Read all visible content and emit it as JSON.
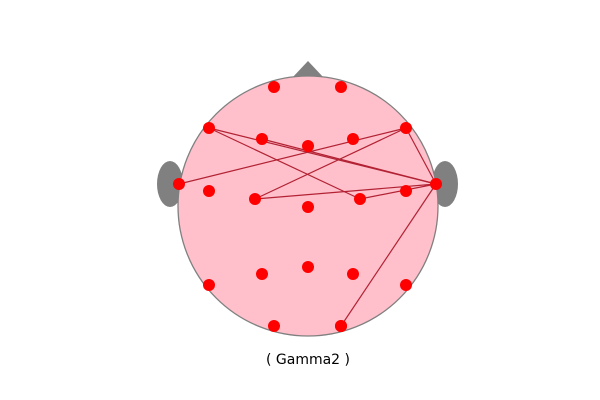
{
  "caption": "( Gamma2 )",
  "colors": {
    "head_fill": "#ffc0cb",
    "head_stroke": "#808080",
    "ear_nose_fill": "#808080",
    "electrode": "#ff0000",
    "connection": "#b22234"
  },
  "electrodes": [
    {
      "id": "e01"
    },
    {
      "id": "e02"
    },
    {
      "id": "e03"
    },
    {
      "id": "e04"
    },
    {
      "id": "e05"
    },
    {
      "id": "e06"
    },
    {
      "id": "e07"
    },
    {
      "id": "e08"
    },
    {
      "id": "e09"
    },
    {
      "id": "e10"
    },
    {
      "id": "e11"
    },
    {
      "id": "e12"
    },
    {
      "id": "e13"
    },
    {
      "id": "e14"
    },
    {
      "id": "e15"
    },
    {
      "id": "e16"
    },
    {
      "id": "e17"
    },
    {
      "id": "e18"
    },
    {
      "id": "e19"
    },
    {
      "id": "e20"
    },
    {
      "id": "e21"
    },
    {
      "id": "e22"
    }
  ],
  "connections": [
    [
      "e03",
      "e11"
    ],
    [
      "e03",
      "e13"
    ],
    [
      "e04",
      "e11"
    ],
    [
      "e07",
      "e11"
    ],
    [
      "e07",
      "e10"
    ],
    [
      "e07",
      "e08"
    ],
    [
      "e13",
      "e11"
    ],
    [
      "e10",
      "e11"
    ],
    [
      "e11",
      "e22"
    ]
  ]
}
